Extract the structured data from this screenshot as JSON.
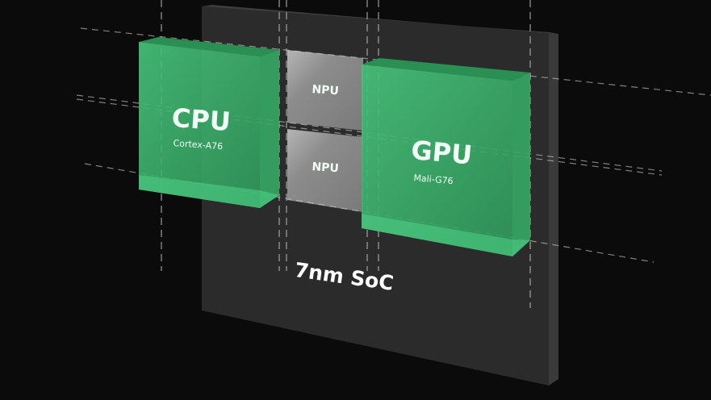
{
  "soc": {
    "label": "7nm SoC"
  },
  "cpu": {
    "title": "CPU",
    "subtitle": "Cortex-A76"
  },
  "gpu": {
    "title": "GPU",
    "subtitle": "Mali-G76"
  },
  "npus": [
    {
      "label": "NPU"
    },
    {
      "label": "NPU"
    }
  ],
  "colors": {
    "green": "#3fbf72",
    "slab": "#2a2a2b",
    "npu": "#8a8a8a",
    "background": "#0b0b0c"
  }
}
